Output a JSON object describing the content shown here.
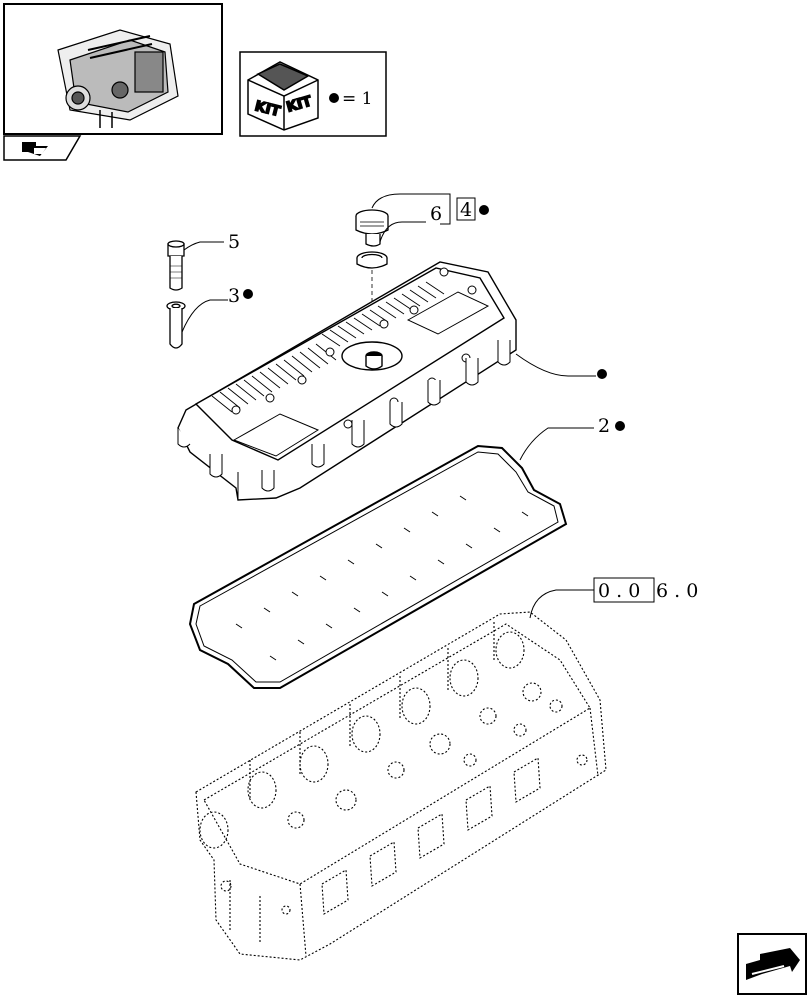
{
  "callouts": {
    "item_1_text": "= 1",
    "item_2": "2",
    "item_3": "3",
    "item_4": "4",
    "item_5": "5",
    "item_6": "6",
    "ref_boxed": "0 . 0",
    "ref_tail": "6 . 0"
  },
  "kit": {
    "label_left": "KIT",
    "label_right": "KIT"
  },
  "icons": {
    "thumbnail": "engine-thumbnail-icon",
    "kit_box": "kit-box-icon",
    "bullet": "filled-dot-icon",
    "nav_back": "navigation-back-icon",
    "nav_next": "navigation-next-icon"
  },
  "colors": {
    "ink": "#000000",
    "paper": "#ffffff"
  }
}
